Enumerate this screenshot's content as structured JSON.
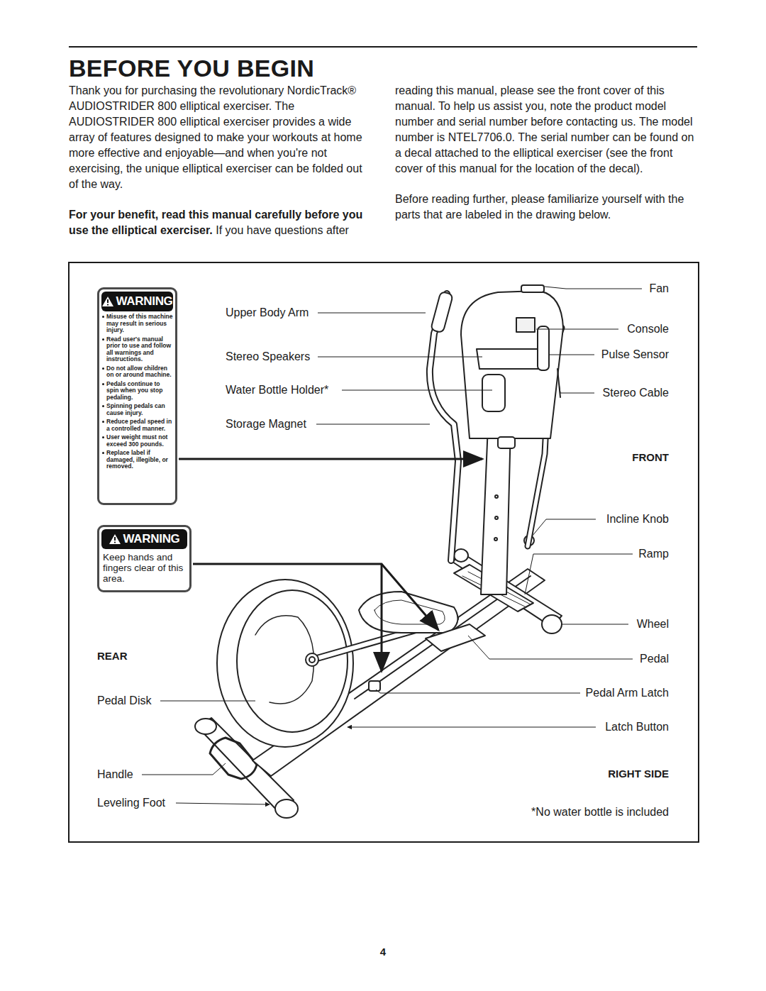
{
  "diagram": {
    "title": "BEFORE YOU BEGIN",
    "nodes": [
      {
        "text": [
          "WARNING",
          "Misuse of this machine may result in serious injury.",
          "Read user's manual prior to use and follow all warnings and instructions.",
          "Do not allow children on or around machine.",
          "Pedals continue to spin when you stop pedaling.",
          "Spinning pedals can cause injury.",
          "Reduce pedal speed in a controlled manner.",
          "User weight must not exceed 300 pounds.",
          "Replace label if damaged, illegible, or removed."
        ]
      },
      {
        "text": [
          "WARNING",
          "Keep hands and fingers clear of this area."
        ]
      }
    ],
    "labels": [
      "Thank you for purchasing the revolutionary NordicTrack® AUDIOSTRIDER 800 elliptical exerciser. The AUDIOSTRIDER 800 elliptical exerciser provides a wide array of features designed to make your workouts at home more effective and enjoyable—and when you're not exercising, the unique elliptical exerciser can be folded out of the way.",
      "For your benefit, read this manual carefully before you use the elliptical exerciser.",
      "If you have questions after reading this manual, please see the front cover of this manual. To help us assist you, note the product model number and serial number before contacting us. The model number is NTEL7706.0. The serial number can be found on a decal attached to the elliptical exerciser (see the front cover of this manual for the location of the decal).",
      "Before reading further, please familiarize yourself with the parts that are labeled in the drawing below.",
      "Upper Body Arm",
      "Stereo Speakers",
      "Water Bottle Holder*",
      "Storage Magnet",
      "Fan",
      "Console",
      "Pulse Sensor",
      "Stereo Cable",
      "FRONT",
      "Incline Knob",
      "Ramp",
      "Wheel",
      "REAR",
      "Pedal",
      "Pedal Disk",
      "Pedal Arm Latch",
      "Latch Button",
      "Handle",
      "RIGHT SIDE",
      "Leveling Foot",
      "*No water bottle is included",
      "4"
    ]
  }
}
